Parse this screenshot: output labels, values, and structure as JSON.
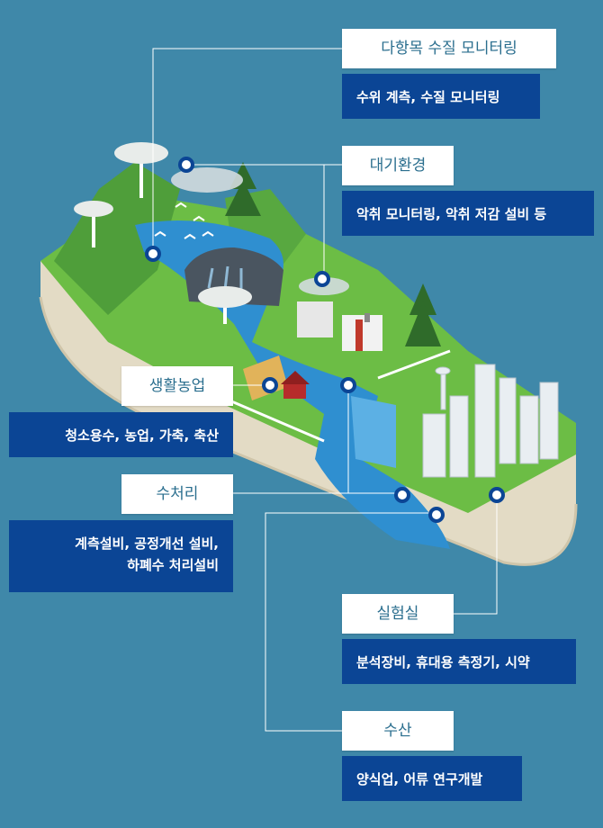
{
  "categories": [
    {
      "id": "multi",
      "title": "다항목 수질 모니터링",
      "desc": [
        "수위 계측, 수질 모니터링"
      ]
    },
    {
      "id": "air",
      "title": "대기환경",
      "desc": [
        "악취 모니터링, 악취 저감 설비 등"
      ]
    },
    {
      "id": "agri",
      "title": "생활농업",
      "desc": [
        "청소용수, 농업, 가축, 축산"
      ]
    },
    {
      "id": "water",
      "title": "수처리",
      "desc": [
        "계측설비, 공정개선 설비,",
        "하폐수 처리설비"
      ]
    },
    {
      "id": "lab",
      "title": "실험실",
      "desc": [
        "분석장비, 휴대용 측정기, 시약"
      ]
    },
    {
      "id": "fish",
      "title": "수산",
      "desc": [
        "양식업, 어류 연구개발"
      ]
    }
  ],
  "colors": {
    "background": "#3f88a9",
    "label_text": "#2a6e8e",
    "desc_bg": "#0b4595",
    "grass": "#6cbd45",
    "water": "#2f8fd0",
    "soil": "#e3dbc5"
  },
  "icons": [
    "tree-icon",
    "factory-icon",
    "barn-icon",
    "skyscraper-icon",
    "dam-icon",
    "bird-icon"
  ]
}
